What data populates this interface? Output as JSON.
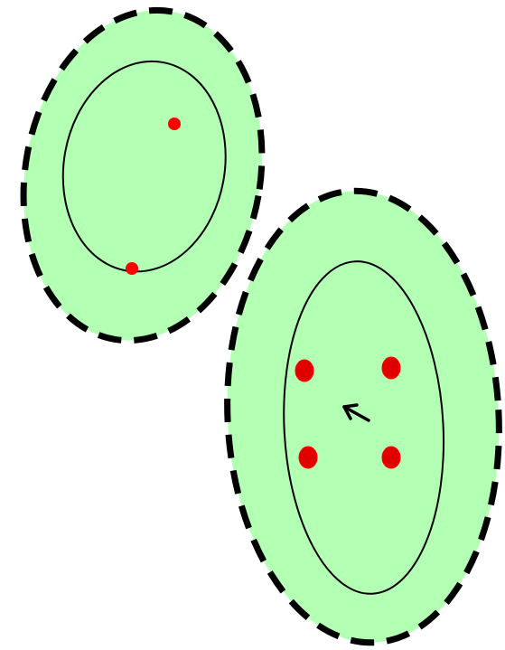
{
  "colors": {
    "background": "#ffffff",
    "region_fill": "#b3ffb3",
    "outline": "#000000",
    "dot": "#ff0000"
  },
  "regions": [
    {
      "name": "upper-left-region",
      "boundary_style": "thick-dashed",
      "inner_boundary_style": "thin-solid",
      "dot_count": 2
    },
    {
      "name": "lower-right-region",
      "boundary_style": "thick-dashed",
      "inner_boundary_style": "thin-solid",
      "dot_count": 4,
      "arrow": "pointing-up-left"
    }
  ]
}
